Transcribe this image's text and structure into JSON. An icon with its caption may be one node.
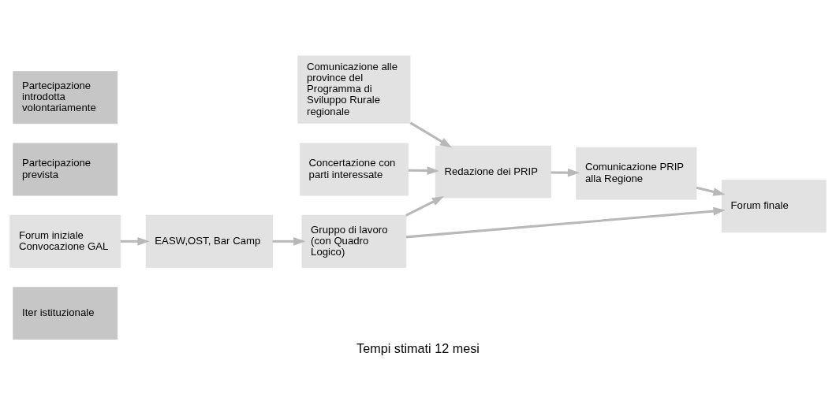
{
  "diagram": {
    "caption": "Tempi stimati 12 mesi",
    "nodes": [
      {
        "text": [
          "Iter istituzionale"
        ]
      },
      {
        "text": [
          "Comunicazione alle province del Programma di Sviluppo Rurale regionale"
        ]
      },
      {
        "text": [
          "Redazione dei PRIP"
        ]
      },
      {
        "text": [
          "Comunicazione PRIP alla Regione"
        ]
      },
      {
        "text": [
          "Partecipazione prevista"
        ]
      },
      {
        "text": [
          "Concertazione con parti interessate"
        ]
      },
      {
        "text": [
          "Partecipazione introdotta volontariamente"
        ]
      },
      {
        "text": [
          "Forum iniziale Convocazione GAL"
        ]
      },
      {
        "text": [
          "EASW,OST, Bar Camp"
        ]
      },
      {
        "text": [
          "Gruppo di lavoro (con Quadro Logico)"
        ]
      },
      {
        "text": [
          "Forum finale"
        ]
      }
    ],
    "edges": [
      {
        "from": 1,
        "to": 2,
        "arrow": "to"
      },
      {
        "from": 2,
        "to": 3,
        "arrow": "to"
      },
      {
        "from": 5,
        "to": 2,
        "arrow": "to"
      },
      {
        "from": 9,
        "to": 2,
        "arrow": "to"
      },
      {
        "from": 3,
        "to": 10,
        "arrow": "to"
      },
      {
        "from": 7,
        "to": 8,
        "arrow": "to"
      },
      {
        "from": 8,
        "to": 9,
        "arrow": "to"
      },
      {
        "from": 9,
        "to": 10,
        "arrow": "to"
      }
    ]
  }
}
